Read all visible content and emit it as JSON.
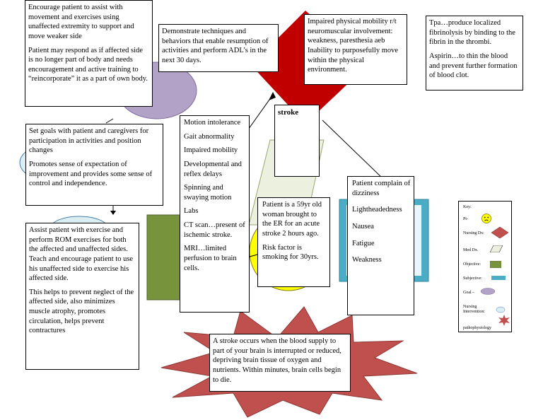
{
  "boxes": {
    "encourage": "Encourage patient to assist with movement and exercises using unaffected extremity to support and move weaker side",
    "encourage2": "Patient may respond as if affected side is no longer part of body and needs encouragement and active training to “reincorporate” it as a part of own body.",
    "demonstrate": "Demonstrate techniques and behaviors that enable resumption of activities and perform ADL’s in the next 30 days.",
    "impaired": "Impaired physical mobility r/t neuromuscular involvement: weakness, paresthesia aeb Inability to purposefully move within the physical environment.",
    "tpa": "Tpa…produce localized fibrinolysis by binding to the fibrin in the thrombi.",
    "aspirin": "Aspirin…to thin the blood and prevent further formation of blood clot.",
    "goals1": "Set goals with patient and caregivers for participation in activities and position changes",
    "goals2": "Promotes sense of expectation of improvement and provides some sense of control and independence.",
    "stroke_title": "stroke",
    "assist1": "Assist patient with exercise and perform ROM exercises for both the affected and unaffected sides. Teach and encourage patient to use his unaffected side to exercise his affected side.",
    "assist2": "This helps to prevent neglect of the affected side, also minimizes muscle atrophy, promotes circulation, helps prevent contractures",
    "objective": [
      "Motion intolerance",
      "Gait abnormality",
      "Impaired mobility",
      "Developmental and reflex delays",
      "Spinning and swaying motion",
      "Labs",
      "CT scan…present of ischemic stroke.",
      "MRI…limited perfusion to brain cells."
    ],
    "patient1": "Patient is a 59yr old woman brought to the ER for an acute stroke 2 hours ago.",
    "patient2": "Risk factor is smoking for 30yrs.",
    "subjective": [
      "Patient complain of dizziness",
      "Lightheadedness",
      "Nausea",
      "Fatigue",
      "Weakness"
    ],
    "patho": "A stroke occurs when the blood supply to part of your brain is interrupted or reduced, depriving brain tissue of oxygen and nutrients. Within minutes, brain cells begin to die."
  },
  "key": {
    "title": "Key:",
    "pt": "Pt-",
    "nursing_dx": "Nursing Dx:",
    "med_dx": "Med Dx.",
    "objective": "Objective:",
    "subjective": "Subjective:",
    "goal": "Goal –",
    "nursing_intervention": "Nursing Intervention:",
    "pathophysiology": "pathophysiology"
  },
  "colors": {
    "nursing_dx": "#c00000",
    "med_dx": "#ebf1de",
    "objective": "#77933c",
    "subjective": "#4bacc6",
    "goal": "#b3a2c7",
    "intervention": "#dbeef4",
    "patho": "#c0504d",
    "pt": "#ffff00"
  }
}
